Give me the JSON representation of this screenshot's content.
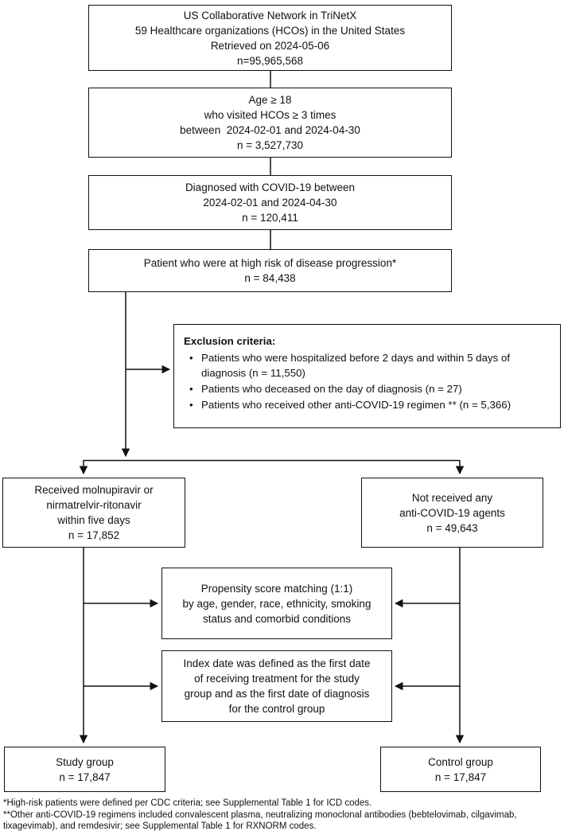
{
  "flowchart": {
    "boxes": {
      "population": {
        "lines": [
          "US Collaborative Network in TriNetX",
          "59 Healthcare organizations (HCOs) in the United States",
          "Retrieved on 2024-05-06",
          "n=95,965,568"
        ]
      },
      "age_filter": {
        "lines": [
          "Age ≥ 18",
          "who visited HCOs ≥ 3 times",
          "between  2024-02-01 and 2024-04-30",
          "n = 3,527,730"
        ]
      },
      "diagnosed": {
        "lines": [
          "Diagnosed with COVID-19 between",
          "2024-02-01 and 2024-04-30",
          "n = 120,411"
        ]
      },
      "high_risk": {
        "lines": [
          "Patient who were at high risk of disease progression*",
          "n = 84,438"
        ]
      },
      "exclusion": {
        "title": "Exclusion criteria:",
        "bullets": [
          "Patients who were hospitalized before 2 days and within 5 days of diagnosis (n = 11,550)",
          "Patients who deceased on the day of diagnosis  (n = 27)",
          "Patients who received other anti-COVID-19 regimen ** (n = 5,366)"
        ]
      },
      "treated": {
        "lines": [
          "Received molnupiravir or",
          "nirmatrelvir-ritonavir",
          "within five days",
          "n = 17,852"
        ]
      },
      "untreated": {
        "lines": [
          "Not received any",
          "anti-COVID-19 agents",
          "n = 49,643"
        ]
      },
      "psm": {
        "lines": [
          "Propensity score matching (1:1)",
          "by age, gender, race, ethnicity, smoking",
          "status and comorbid conditions"
        ]
      },
      "index_date": {
        "lines": [
          "Index date was defined as the first date",
          "of receiving treatment for the study",
          "group and as the first date of diagnosis",
          "for the control group"
        ]
      },
      "study_group": {
        "lines": [
          "Study group",
          "n = 17,847"
        ]
      },
      "control_group": {
        "lines": [
          "Control group",
          "n = 17,847"
        ]
      }
    },
    "footnotes": [
      "*High-risk patients were defined per CDC criteria; see Supplemental Table 1 for ICD codes.",
      "**Other anti-COVID-19 regimens included convalescent plasma, neutralizing monoclonal antibodies (bebtelovimab, cilgavimab, tixagevimab), and remdesivir; see Supplemental Table 1 for RXNORM  codes."
    ],
    "colors": {
      "box_border": "#111111",
      "box_background": "#ffffff",
      "text": "#111111",
      "arrow": "#111111"
    }
  }
}
